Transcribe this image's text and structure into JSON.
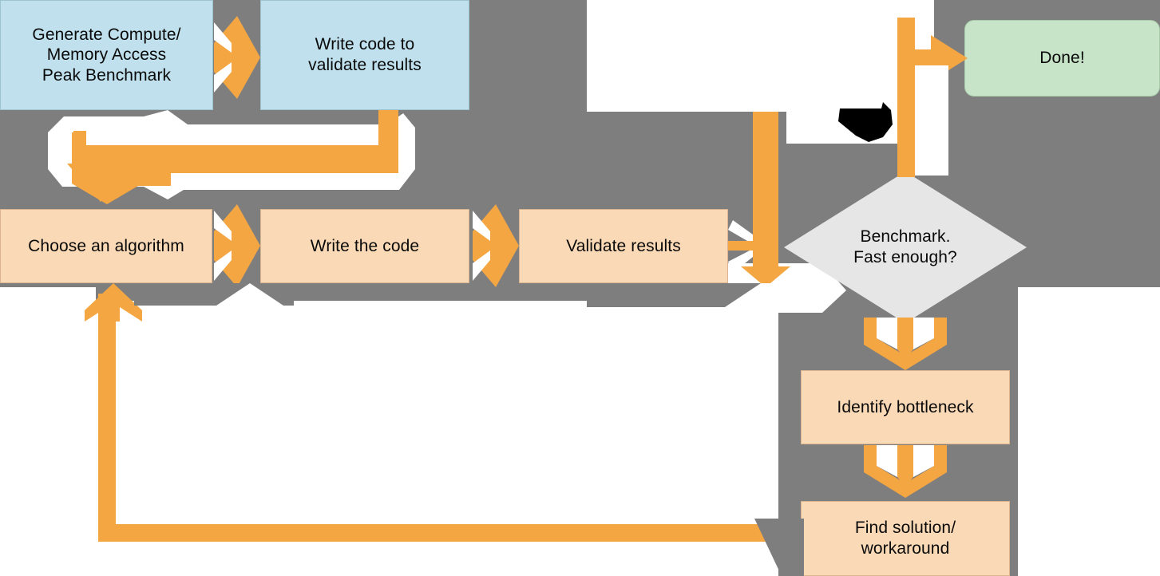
{
  "diagram": {
    "title": "Optimization workflow flowchart",
    "background_color": "#7e7e7e",
    "page_color": "#ffffff",
    "accent_color": "#f3a642",
    "nodes": [
      {
        "id": "peak-benchmark",
        "label": "Generate Compute/\nMemory Access\nPeak Benchmark",
        "shape": "rect",
        "fill": "#bfe0ec"
      },
      {
        "id": "write-validate",
        "label": "Write code to\nvalidate results",
        "shape": "rect",
        "fill": "#bfe0ec"
      },
      {
        "id": "choose-algorithm",
        "label": "Choose an algorithm",
        "shape": "rect",
        "fill": "#fad9b6"
      },
      {
        "id": "write-code",
        "label": "Write the code",
        "shape": "rect",
        "fill": "#fad9b6"
      },
      {
        "id": "validate-results",
        "label": "Validate results",
        "shape": "rect",
        "fill": "#fad9b6"
      },
      {
        "id": "benchmark-fast",
        "label": "Benchmark.\nFast enough?",
        "shape": "diamond",
        "fill": "#e6e6e6"
      },
      {
        "id": "done",
        "label": "Done!",
        "shape": "rounded",
        "fill": "#c7e4c8"
      },
      {
        "id": "identify-bottleneck",
        "label": "Identify bottleneck",
        "shape": "rect",
        "fill": "#fad9b6"
      },
      {
        "id": "find-solution",
        "label": "Find solution/\nworkaround",
        "shape": "rect",
        "fill": "#fad9b6"
      }
    ],
    "edges": [
      {
        "id": "e-peak-to-write-validate",
        "from": "peak-benchmark",
        "to": "write-validate",
        "direction": "right"
      },
      {
        "id": "e-validate-to-choose",
        "from": "write-validate",
        "to": "choose-algorithm",
        "direction": "down-left-loop"
      },
      {
        "id": "e-choose-to-code",
        "from": "choose-algorithm",
        "to": "write-code",
        "direction": "right"
      },
      {
        "id": "e-code-to-validate",
        "from": "write-code",
        "to": "validate-results",
        "direction": "right"
      },
      {
        "id": "e-validate-to-benchmark",
        "from": "validate-results",
        "to": "benchmark-fast",
        "direction": "right-down"
      },
      {
        "id": "e-benchmark-to-done",
        "from": "benchmark-fast",
        "to": "done",
        "direction": "up-right"
      },
      {
        "id": "e-benchmark-to-identify",
        "from": "benchmark-fast",
        "to": "identify-bottleneck",
        "direction": "down"
      },
      {
        "id": "e-identify-to-find",
        "from": "identify-bottleneck",
        "to": "find-solution",
        "direction": "down"
      },
      {
        "id": "e-find-to-choose",
        "from": "find-solution",
        "to": "choose-algorithm",
        "direction": "left-up-feedback"
      }
    ]
  }
}
